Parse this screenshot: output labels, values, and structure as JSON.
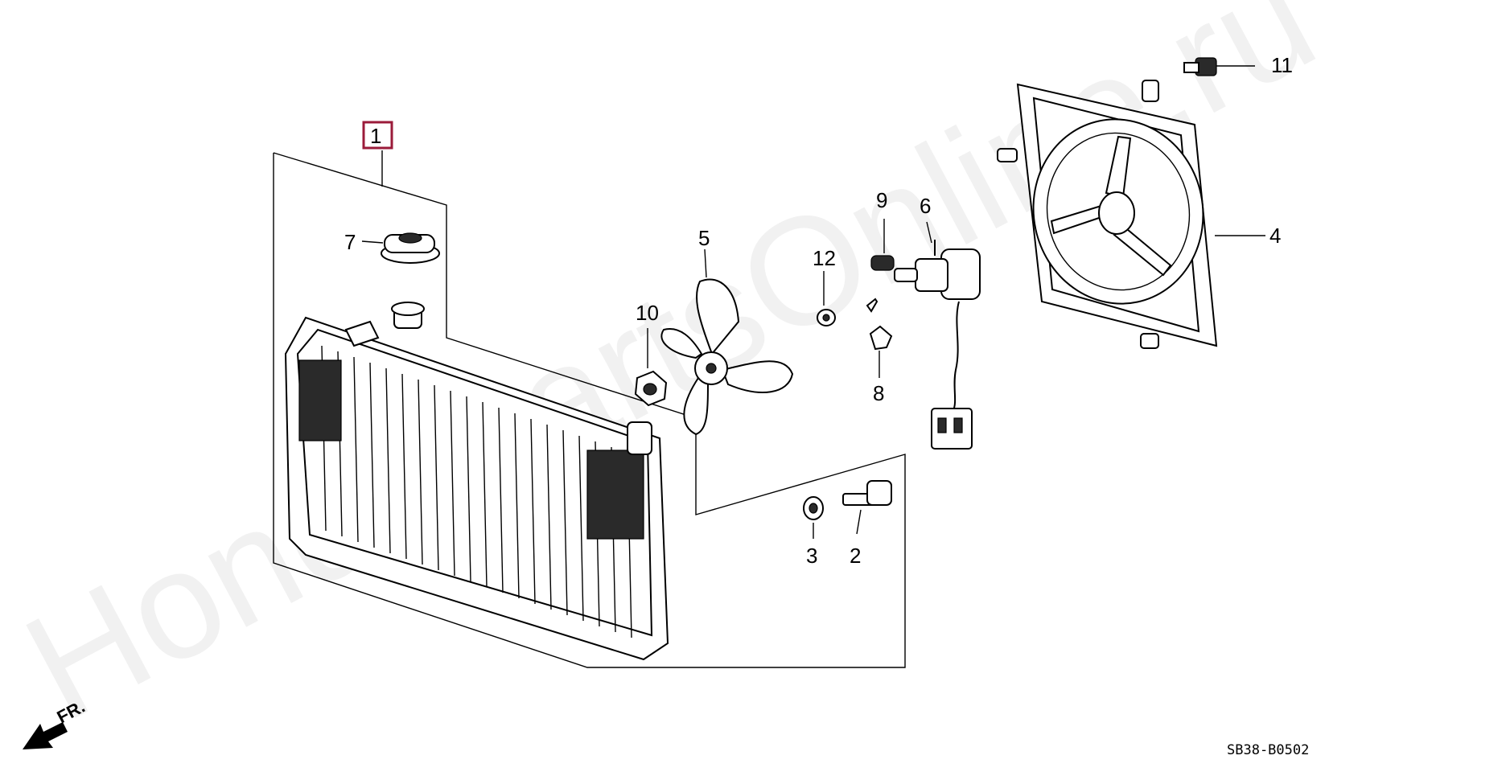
{
  "diagram": {
    "watermark": "HondaPartsOnline.ru",
    "drawing_code": "SB38-B0502",
    "direction_label": "FR.",
    "highlight_color": "#9b1b3a",
    "callouts": [
      {
        "id": "1",
        "label": "1",
        "highlighted": true
      },
      {
        "id": "2",
        "label": "2"
      },
      {
        "id": "3",
        "label": "3"
      },
      {
        "id": "4",
        "label": "4"
      },
      {
        "id": "5",
        "label": "5"
      },
      {
        "id": "6",
        "label": "6"
      },
      {
        "id": "7",
        "label": "7"
      },
      {
        "id": "8",
        "label": "8"
      },
      {
        "id": "9",
        "label": "9"
      },
      {
        "id": "10",
        "label": "10"
      },
      {
        "id": "11",
        "label": "11"
      },
      {
        "id": "12",
        "label": "12"
      }
    ]
  }
}
